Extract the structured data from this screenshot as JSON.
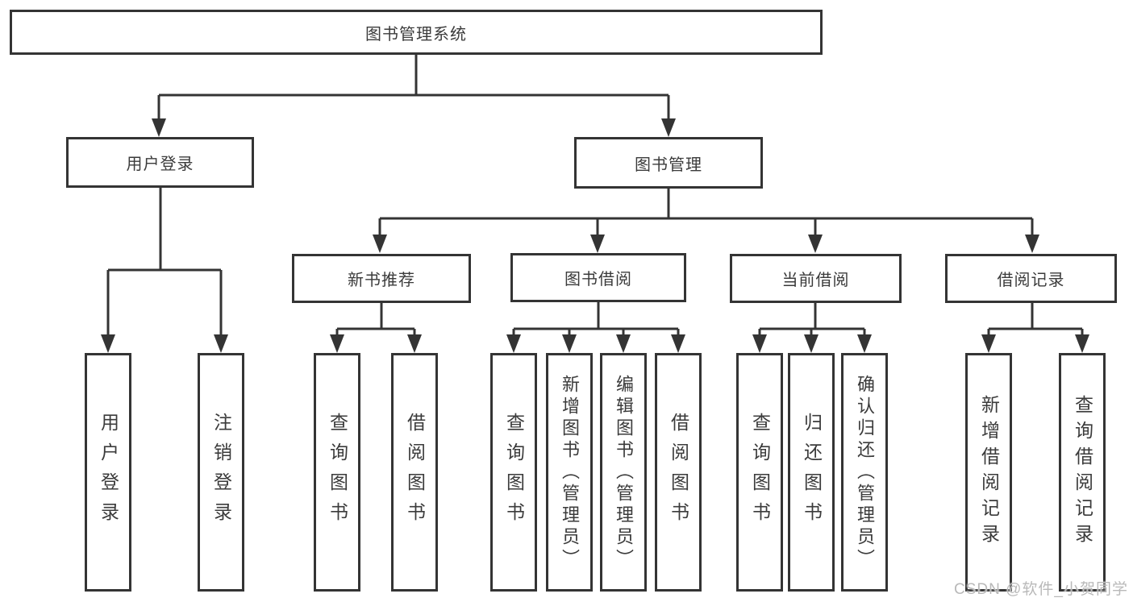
{
  "diagram": {
    "root": {
      "label": "图书管理系统"
    },
    "level2": [
      {
        "label": "用户登录"
      },
      {
        "label": "图书管理"
      }
    ],
    "level3": [
      {
        "label": "新书推荐"
      },
      {
        "label": "图书借阅"
      },
      {
        "label": "当前借阅"
      },
      {
        "label": "借阅记录"
      }
    ],
    "leaf_groups": [
      {
        "parent": "用户登录",
        "items": [
          {
            "label": "用户登录"
          },
          {
            "label": "注销登录"
          }
        ]
      },
      {
        "parent": "新书推荐",
        "items": [
          {
            "label": "查询图书"
          },
          {
            "label": "借阅图书"
          }
        ]
      },
      {
        "parent": "图书借阅",
        "items": [
          {
            "label": "查询图书"
          },
          {
            "label": "新增图书（管理员）"
          },
          {
            "label": "编辑图书（管理员）"
          },
          {
            "label": "借阅图书"
          }
        ]
      },
      {
        "parent": "当前借阅",
        "items": [
          {
            "label": "查询图书"
          },
          {
            "label": "归还图书"
          },
          {
            "label": "确认归还（管理员）"
          }
        ]
      },
      {
        "parent": "借阅记录",
        "items": [
          {
            "label": "新增借阅记录"
          },
          {
            "label": "查询借阅记录"
          }
        ]
      }
    ]
  },
  "watermark": {
    "text": "CSDN @软件_小贺同学"
  },
  "colors": {
    "line": "#343434",
    "text": "#3b3b3b",
    "box_background": "#ffffff",
    "page_background": "#ffffff",
    "watermark": "#b9b9b9"
  }
}
